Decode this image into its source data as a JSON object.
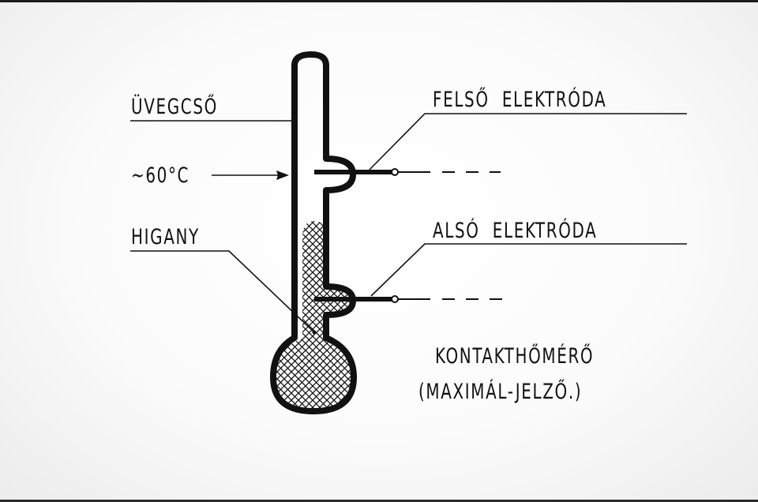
{
  "labels": {
    "glass_tube": "ÜVEGCSŐ",
    "temperature": "~60°C",
    "mercury": "HIGANY",
    "upper_electrode": "FELSŐ ELEKTRÓDA",
    "lower_electrode": "ALSÓ ELEKTRÓDA",
    "title_line1": "KONTAKTHŐMÉRŐ",
    "title_line2": "(MAXIMÁL-JELZŐ.)"
  },
  "colors": {
    "ink": "#111111",
    "paper": "#ffffff"
  }
}
